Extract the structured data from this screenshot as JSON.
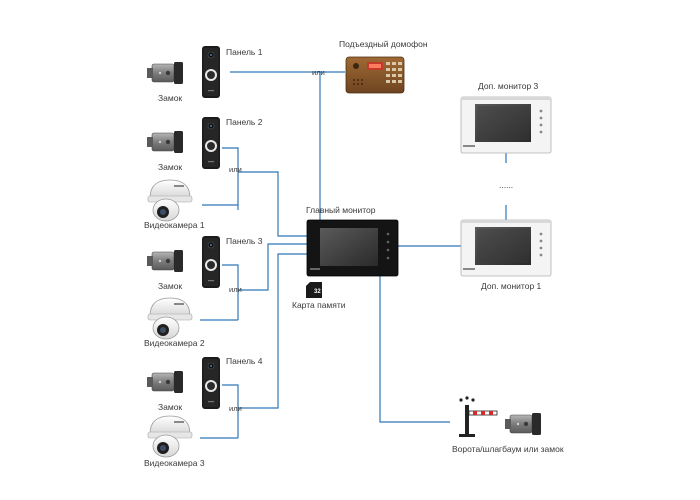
{
  "labels": {
    "panel1": "Панель 1",
    "panel2": "Панель 2",
    "panel3": "Панель 3",
    "panel4": "Панель 4",
    "lock": "Замок",
    "camera1": "Видеокамера 1",
    "camera2": "Видеокамера 2",
    "camera3": "Видеокамера 3",
    "or": "или",
    "entrance_intercom": "Подъездный домофон",
    "main_monitor": "Главный монитор",
    "memory_card": "Карта памяти",
    "extra_monitor_3": "Доп. монитор 3",
    "extra_monitor_1": "Доп. монитор 1",
    "ellipsis": "......",
    "gate": "Ворота/шлагбаум или замок",
    "sd_card_text": "32"
  },
  "colors": {
    "wire": "#2f78b8",
    "device_dark": "#1c1c1c",
    "lock_gray": "#8a8a8a",
    "intercom_brown": "#8a5a2b",
    "monitor_white": "#f2f2f2"
  },
  "icons": [
    "lock-icon",
    "panel-icon",
    "camera-dome-icon",
    "intercom-icon",
    "monitor-icon",
    "sd-card-icon",
    "barrier-icon"
  ]
}
